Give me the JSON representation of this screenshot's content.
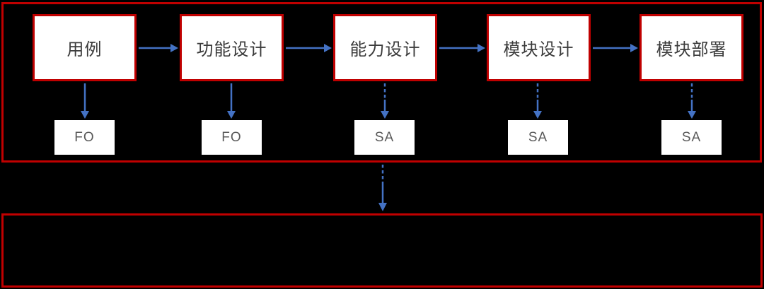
{
  "colors": {
    "background": "#000000",
    "container_border": "#c00000",
    "box_border": "#c00000",
    "box_fill": "#ffffff",
    "arrow": "#4472c4",
    "box_text": "#3b3b3b",
    "tag_text": "#595959"
  },
  "pipeline": {
    "stages": [
      {
        "label": "用例",
        "tag": "FO"
      },
      {
        "label": "功能设计",
        "tag": "FO"
      },
      {
        "label": "能力设计",
        "tag": "SA"
      },
      {
        "label": "模块设计",
        "tag": "SA"
      },
      {
        "label": "模块部署",
        "tag": "SA"
      }
    ]
  }
}
